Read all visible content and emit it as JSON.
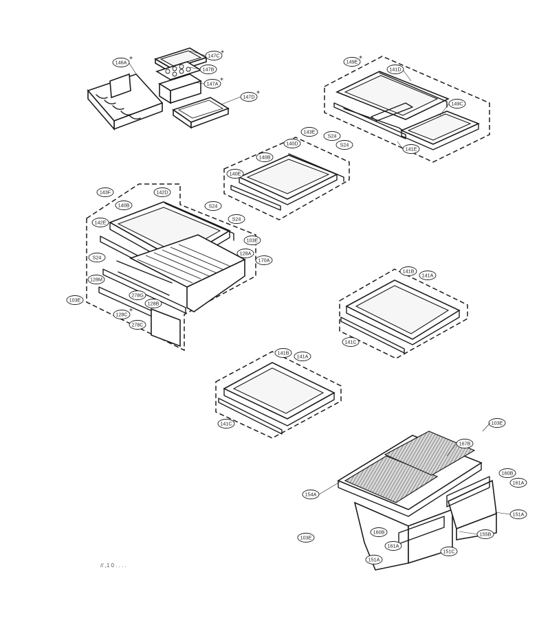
{
  "callouts": [
    {
      "id": "146A",
      "star": true
    },
    {
      "id": "147C",
      "star": true
    },
    {
      "id": "147B",
      "star": false
    },
    {
      "id": "147A",
      "star": true
    },
    {
      "id": "147D",
      "star": true
    },
    {
      "id": "149E",
      "star": true
    },
    {
      "id": "141D",
      "star": false
    },
    {
      "id": "149C",
      "star": false
    },
    {
      "id": "S24",
      "star": false
    },
    {
      "id": "141E",
      "star": false
    },
    {
      "id": "143E",
      "star": false
    },
    {
      "id": "140D",
      "star": false
    },
    {
      "id": "S24",
      "star": false
    },
    {
      "id": "140B",
      "star": false
    },
    {
      "id": "140E",
      "star": false
    },
    {
      "id": "S24",
      "star": false
    },
    {
      "id": "143F",
      "star": false
    },
    {
      "id": "142D",
      "star": false
    },
    {
      "id": "140B",
      "star": false
    },
    {
      "id": "S24",
      "star": false
    },
    {
      "id": "142E",
      "star": false
    },
    {
      "id": "103E",
      "star": false
    },
    {
      "id": "128A",
      "star": false
    },
    {
      "id": "170A",
      "star": false
    },
    {
      "id": "S24",
      "star": false
    },
    {
      "id": "128M",
      "star": false
    },
    {
      "id": "278G",
      "star": false
    },
    {
      "id": "103E",
      "star": false
    },
    {
      "id": "128B",
      "star": false
    },
    {
      "id": "128C",
      "star": true
    },
    {
      "id": "278C",
      "star": false
    },
    {
      "id": "141B",
      "star": false
    },
    {
      "id": "141A",
      "star": false
    },
    {
      "id": "141C",
      "star": false
    },
    {
      "id": "141B",
      "star": false
    },
    {
      "id": "141A",
      "star": false
    },
    {
      "id": "141C",
      "star": false
    },
    {
      "id": "103E",
      "star": false
    },
    {
      "id": "167B",
      "star": false
    },
    {
      "id": "160B",
      "star": false
    },
    {
      "id": "161A",
      "star": false
    },
    {
      "id": "154A",
      "star": false
    },
    {
      "id": "151A",
      "star": false
    },
    {
      "id": "160B",
      "star": false
    },
    {
      "id": "103E",
      "star": false
    },
    {
      "id": "155B",
      "star": false
    },
    {
      "id": "161A",
      "star": false
    },
    {
      "id": "151C",
      "star": false
    },
    {
      "id": "151A",
      "star": false
    }
  ],
  "footer_text": "//  ,1  0   .          . .   ."
}
